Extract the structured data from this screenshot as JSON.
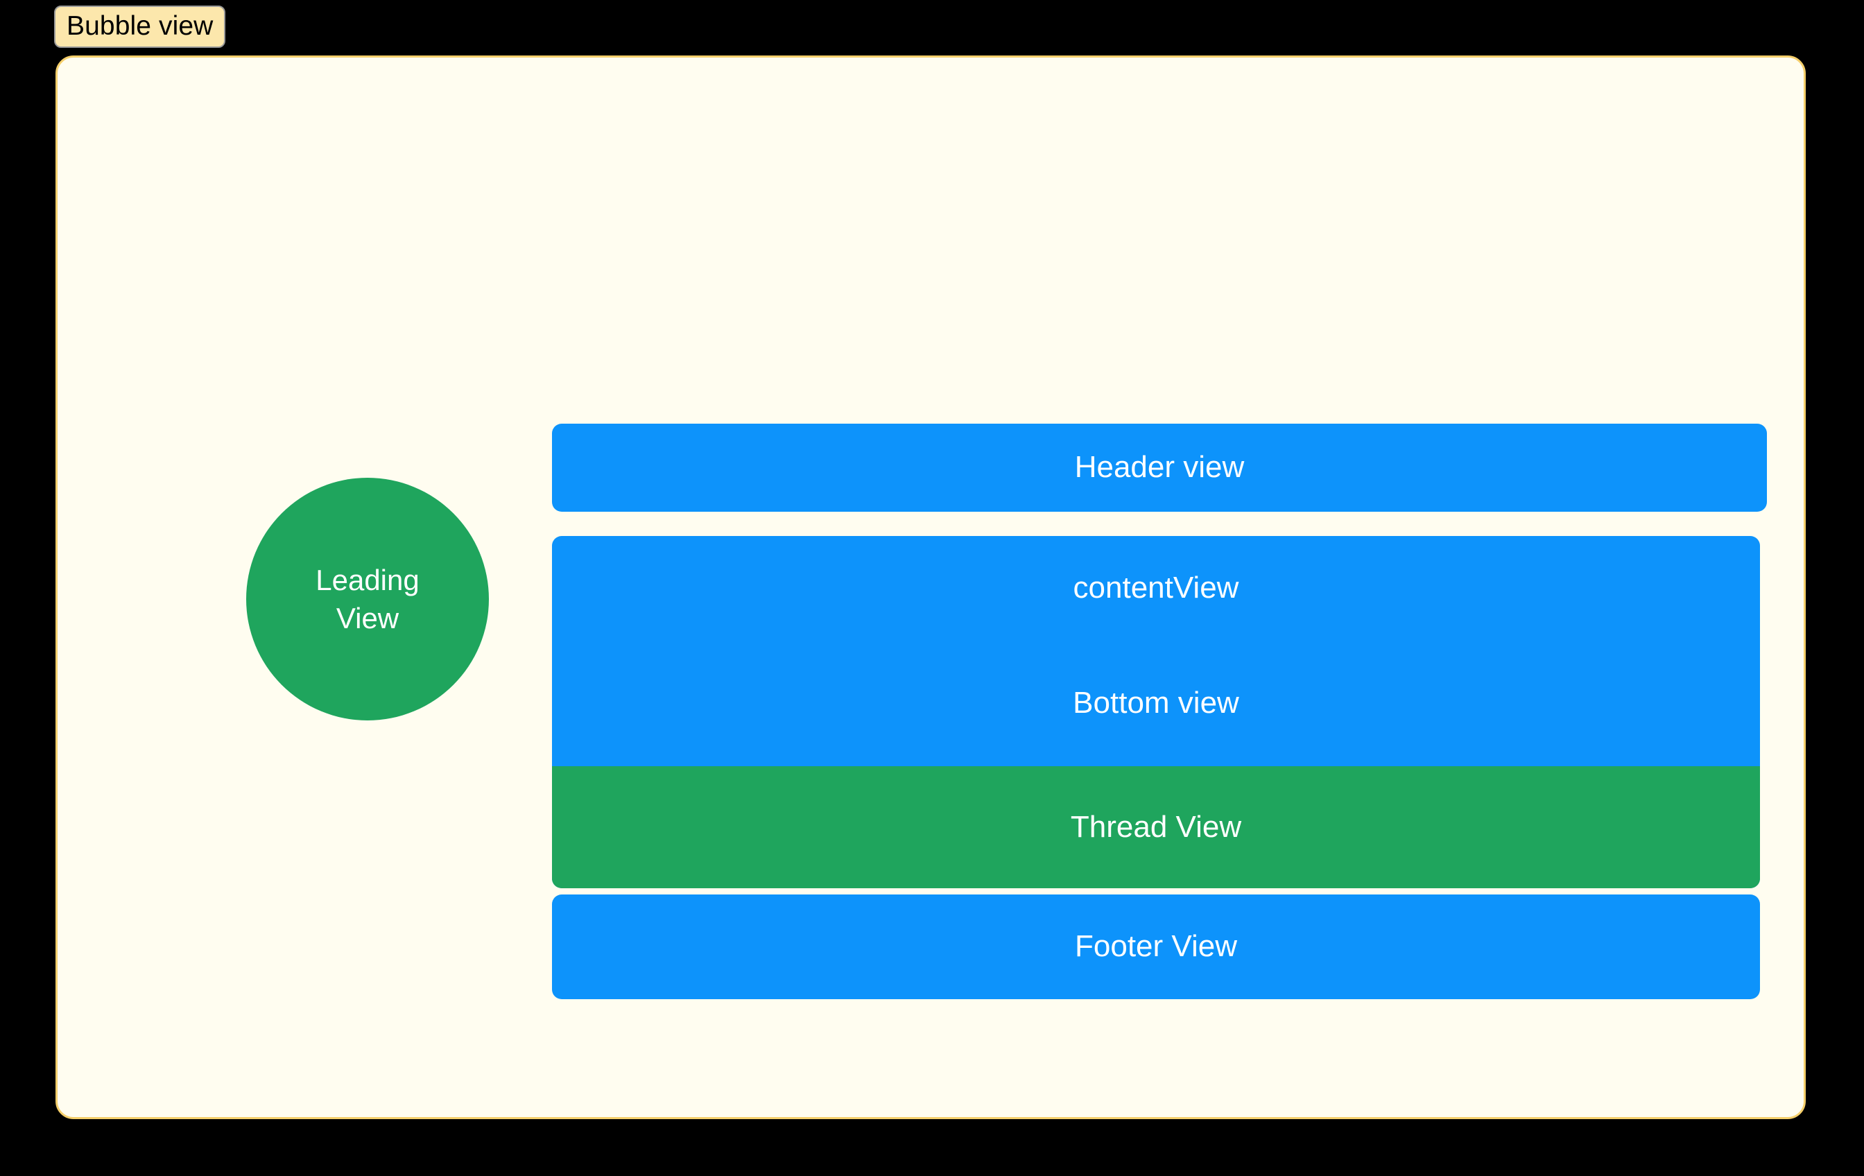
{
  "diagram": {
    "title_chip": {
      "label": "Bubble view",
      "background": "#FCE7AC",
      "border": "#9A9A9A",
      "text_color": "#000000"
    },
    "canvas": {
      "background": "#000000",
      "panel_background": "#FFFDF0",
      "panel_border": "#F5CF6B"
    },
    "colors": {
      "blue": "#0D93FB",
      "green": "#1FA55D",
      "label_text": "#FFFFFF"
    },
    "leading_view": {
      "shape": "circle",
      "line1": "Leading",
      "line2": "View",
      "fill": "#1FA55D"
    },
    "bars": [
      {
        "name": "header-view",
        "label": "Header view",
        "fill": "#0D93FB"
      },
      {
        "name": "content-view",
        "label": "contentView",
        "fill": "#0D93FB"
      },
      {
        "name": "bottom-view",
        "label": "Bottom view",
        "fill": "#0D93FB"
      },
      {
        "name": "thread-view",
        "label": "Thread View",
        "fill": "#1FA55D"
      },
      {
        "name": "footer-view",
        "label": "Footer View",
        "fill": "#0D93FB"
      }
    ]
  }
}
